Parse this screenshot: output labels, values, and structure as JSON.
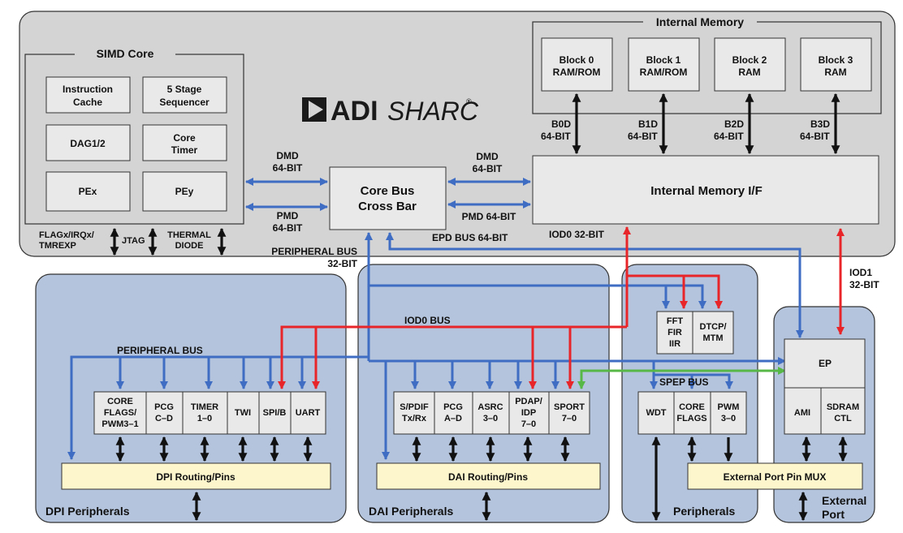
{
  "logo": {
    "brand": "ADI",
    "product": "SHARC",
    "registered": "®"
  },
  "simd_core": {
    "title": "SIMD Core",
    "blocks": {
      "instruction_cache": [
        "Instruction",
        "Cache"
      ],
      "sequencer": [
        "5 Stage",
        "Sequencer"
      ],
      "dag": "DAG1/2",
      "core_timer": [
        "Core",
        "Timer"
      ],
      "pex": "PEx",
      "pey": "PEy"
    }
  },
  "core_signals": {
    "flags": [
      "FLAGx/IRQx/",
      "TMREXP"
    ],
    "jtag": "JTAG",
    "thermal": [
      "THERMAL",
      "DIODE"
    ]
  },
  "internal_memory": {
    "title": "Internal Memory",
    "blocks": [
      [
        "Block 0",
        "RAM/ROM"
      ],
      [
        "Block 1",
        "RAM/ROM"
      ],
      [
        "Block 2",
        "RAM"
      ],
      [
        "Block 3",
        "RAM"
      ]
    ],
    "bus_labels": [
      [
        "B0D",
        "64-BIT"
      ],
      [
        "B1D",
        "64-BIT"
      ],
      [
        "B2D",
        "64-BIT"
      ],
      [
        "B3D",
        "64-BIT"
      ]
    ],
    "interface": "Internal Memory I/F"
  },
  "crossbar": {
    "title": [
      "Core Bus",
      "Cross Bar"
    ],
    "dmd_left": [
      "DMD",
      "64-BIT"
    ],
    "pmd_left": [
      "PMD",
      "64-BIT"
    ],
    "dmd_right": [
      "DMD",
      "64-BIT"
    ],
    "pmd_right": "PMD 64-BIT",
    "epd_bus": "EPD BUS 64-BIT",
    "iod0": "IOD0 32-BIT",
    "peripheral_bus": [
      "PERIPHERAL BUS",
      "32-BIT"
    ],
    "iod1": [
      "IOD1",
      "32-BIT"
    ]
  },
  "bus_labels": {
    "iod0_bus": "IOD0 BUS",
    "peripheral_bus": "PERIPHERAL BUS",
    "spep_bus": "SPEP BUS"
  },
  "dpi": {
    "title": "DPI Peripherals",
    "blocks": [
      [
        "CORE",
        "FLAGS/",
        "PWM3–1"
      ],
      [
        "PCG",
        "C–D"
      ],
      [
        "TIMER",
        "1–0"
      ],
      [
        "TWI"
      ],
      [
        "SPI/B"
      ],
      [
        "UART"
      ]
    ],
    "routing": "DPI Routing/Pins"
  },
  "dai": {
    "title": "DAI Peripherals",
    "blocks": [
      [
        "S/PDIF",
        "Tx/Rx"
      ],
      [
        "PCG",
        "A–D"
      ],
      [
        "ASRC",
        "3–0"
      ],
      [
        "PDAP/",
        "IDP",
        "7–0"
      ],
      [
        "SPORT",
        "7–0"
      ]
    ],
    "routing": "DAI Routing/Pins"
  },
  "peripherals": {
    "title": "Peripherals",
    "fft": [
      "FFT",
      "FIR",
      "IIR"
    ],
    "dtcp": [
      "DTCP/",
      "MTM"
    ],
    "blocks": [
      [
        "WDT"
      ],
      [
        "CORE",
        "FLAGS"
      ],
      [
        "PWM",
        "3–0"
      ]
    ],
    "mux": "External Port Pin MUX"
  },
  "external_port": {
    "title": [
      "External",
      "Port"
    ],
    "ep": "EP",
    "ami": "AMI",
    "sdram": [
      "SDRAM",
      "CTL"
    ]
  },
  "colors": {
    "panel_gray": "#d4d4d4",
    "panel_blue": "#b4c4dc",
    "block_gray": "#e9e9e9",
    "routing_yellow": "#fdf6cc",
    "blue_bus": "#3f6dc4",
    "red_bus": "#e8262a",
    "green_bus": "#58b847",
    "black": "#111111"
  }
}
